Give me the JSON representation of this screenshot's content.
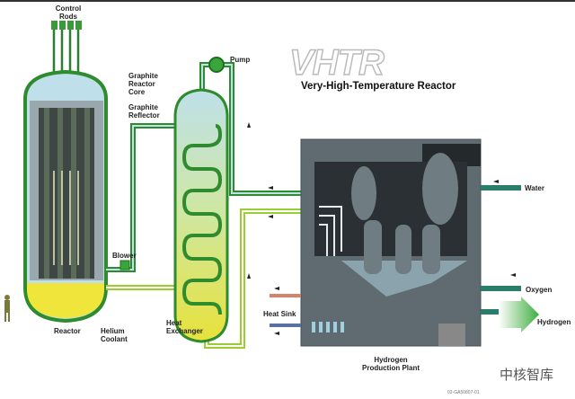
{
  "title": "VHTR",
  "subtitle": "Very-High-Temperature Reactor",
  "labels": {
    "control_rods": "Control Rods",
    "graphite_core": "Graphite Reactor Core",
    "graphite_reflector": "Graphite Reflector",
    "pump": "Pump",
    "blower": "Blower",
    "reactor": "Reactor",
    "helium_coolant": "Helium Coolant",
    "heat_exchanger": "Heat Exchanger",
    "water": "Water",
    "oxygen": "Oxygen",
    "hydrogen": "Hydrogen",
    "heat_sink": "Heat Sink",
    "plant": "Hydrogen Production Plant"
  },
  "watermark": "中核智库",
  "figure_code": "02-GA50807-01",
  "colors": {
    "green": "#2e8b2e",
    "coolant_yellow": "#e8e23a",
    "vessel_blue": "#bfe0ea",
    "plant_gray": "#5f6b70"
  }
}
